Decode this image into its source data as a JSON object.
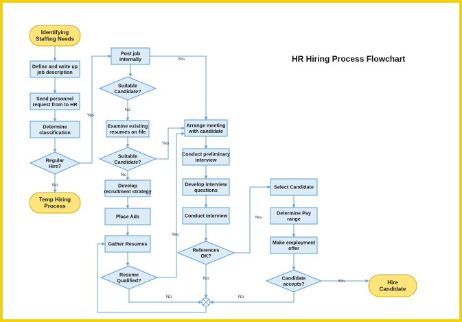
{
  "title": "HR Hiring Process Flowchart",
  "colors": {
    "border": "#f2d200",
    "box_fill": "#dcecf7",
    "box_stroke": "#5b9bd5",
    "terminal_fill": "#ffe47a",
    "terminal_stroke": "#d0a814",
    "edge": "#6aa0d0"
  },
  "nodes": [
    {
      "id": "identify",
      "type": "terminal",
      "lines": [
        "Identifying",
        "Staffing Needs"
      ]
    },
    {
      "id": "define",
      "type": "process",
      "lines": [
        "Define and write up",
        "job description"
      ]
    },
    {
      "id": "send",
      "type": "process",
      "lines": [
        "Send personnel",
        "request from to HR"
      ]
    },
    {
      "id": "determine",
      "type": "process",
      "lines": [
        "Determine",
        "classification"
      ]
    },
    {
      "id": "regular",
      "type": "decision",
      "lines": [
        "Regular",
        "Hire?"
      ]
    },
    {
      "id": "temp",
      "type": "terminal",
      "lines": [
        "Temp Hiring",
        "Process"
      ]
    },
    {
      "id": "post",
      "type": "process",
      "lines": [
        "Post job",
        "internally"
      ]
    },
    {
      "id": "suitable1",
      "type": "decision",
      "lines": [
        "Suitable",
        "Candidate?"
      ]
    },
    {
      "id": "examine",
      "type": "process",
      "lines": [
        "Examine existing",
        "resumes on file"
      ]
    },
    {
      "id": "suitable2",
      "type": "decision",
      "lines": [
        "Suitable",
        "Candidate?"
      ]
    },
    {
      "id": "develop_rec",
      "type": "process",
      "lines": [
        "Develop",
        "recruitment strategy"
      ]
    },
    {
      "id": "place",
      "type": "process",
      "lines": [
        "Place Ads"
      ]
    },
    {
      "id": "gather",
      "type": "process",
      "lines": [
        "Gather Resumes"
      ]
    },
    {
      "id": "qualified",
      "type": "decision",
      "lines": [
        "Resume",
        "Qualified?"
      ]
    },
    {
      "id": "arrange",
      "type": "process",
      "lines": [
        "Arrange meeting",
        "with candidate"
      ]
    },
    {
      "id": "prelim",
      "type": "process",
      "lines": [
        "Conduct preliminary",
        "interview"
      ]
    },
    {
      "id": "questions",
      "type": "process",
      "lines": [
        "Develop interview",
        "questions"
      ]
    },
    {
      "id": "interview",
      "type": "process",
      "lines": [
        "Conduct interview"
      ]
    },
    {
      "id": "references",
      "type": "decision",
      "lines": [
        "References",
        "OK?"
      ]
    },
    {
      "id": "select",
      "type": "process",
      "lines": [
        "Select Candidate"
      ]
    },
    {
      "id": "pay",
      "type": "process",
      "lines": [
        "Determine Pay",
        "range"
      ]
    },
    {
      "id": "offer",
      "type": "process",
      "lines": [
        "Make employment",
        "offer"
      ]
    },
    {
      "id": "accepts",
      "type": "decision",
      "lines": [
        "Candidate",
        "accepts?"
      ]
    },
    {
      "id": "hire",
      "type": "terminal",
      "lines": [
        "Hire",
        "Candidate"
      ]
    },
    {
      "id": "junction",
      "type": "junction",
      "lines": []
    }
  ],
  "edges": [
    {
      "from": "identify",
      "to": "define",
      "label": ""
    },
    {
      "from": "define",
      "to": "send",
      "label": ""
    },
    {
      "from": "send",
      "to": "determine",
      "label": ""
    },
    {
      "from": "determine",
      "to": "regular",
      "label": ""
    },
    {
      "from": "regular",
      "to": "temp",
      "label": "No"
    },
    {
      "from": "regular",
      "to": "post",
      "label": "Yes"
    },
    {
      "from": "post",
      "to": "suitable1",
      "label": ""
    },
    {
      "from": "post",
      "to": "arrange",
      "label": "Yes"
    },
    {
      "from": "suitable1",
      "to": "examine",
      "label": "No"
    },
    {
      "from": "examine",
      "to": "suitable2",
      "label": ""
    },
    {
      "from": "suitable2",
      "to": "arrange",
      "label": "Yes"
    },
    {
      "from": "suitable2",
      "to": "develop_rec",
      "label": "No"
    },
    {
      "from": "develop_rec",
      "to": "place",
      "label": ""
    },
    {
      "from": "place",
      "to": "gather",
      "label": ""
    },
    {
      "from": "gather",
      "to": "qualified",
      "label": ""
    },
    {
      "from": "qualified",
      "to": "arrange",
      "label": "Yes"
    },
    {
      "from": "qualified",
      "to": "junction",
      "label": "No"
    },
    {
      "from": "arrange",
      "to": "prelim",
      "label": ""
    },
    {
      "from": "prelim",
      "to": "questions",
      "label": ""
    },
    {
      "from": "questions",
      "to": "interview",
      "label": ""
    },
    {
      "from": "interview",
      "to": "references",
      "label": ""
    },
    {
      "from": "references",
      "to": "select",
      "label": "Yes"
    },
    {
      "from": "references",
      "to": "junction",
      "label": "No"
    },
    {
      "from": "select",
      "to": "pay",
      "label": ""
    },
    {
      "from": "pay",
      "to": "offer",
      "label": ""
    },
    {
      "from": "offer",
      "to": "accepts",
      "label": ""
    },
    {
      "from": "accepts",
      "to": "hire",
      "label": "Yes"
    },
    {
      "from": "accepts",
      "to": "junction",
      "label": "No"
    },
    {
      "from": "junction",
      "to": "gather",
      "label": ""
    }
  ]
}
